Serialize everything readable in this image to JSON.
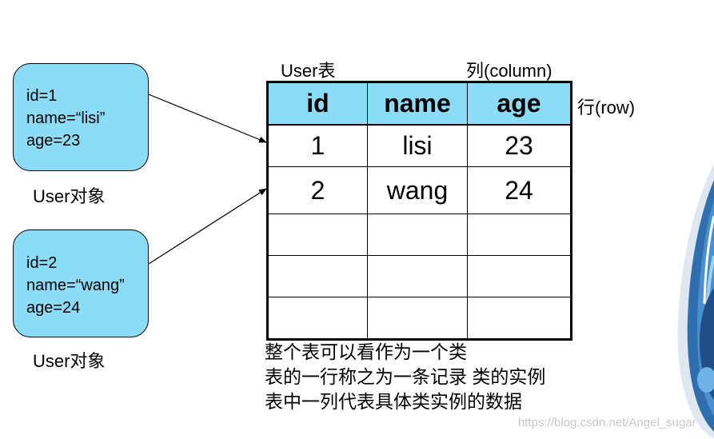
{
  "objects": [
    {
      "lines": [
        "id=1",
        "name=“lisi”",
        "age=23"
      ],
      "caption": "User对象"
    },
    {
      "lines": [
        "id=2",
        "name=“wang”",
        "age=24"
      ],
      "caption": "User对象"
    }
  ],
  "table": {
    "title": "User表",
    "column_label": "列(column)",
    "row_label": "行(row)",
    "headers": [
      "id",
      "name",
      "age"
    ],
    "rows": [
      [
        "1",
        "lisi",
        "23"
      ],
      [
        "2",
        "wang",
        "24"
      ],
      [
        "",
        "",
        ""
      ],
      [
        "",
        "",
        ""
      ],
      [
        "",
        "",
        ""
      ]
    ]
  },
  "notes": [
    "整个表可以看作为一个类",
    "表的一行称之为一条记录  类的实例",
    "表中一列代表具体类实例的数据"
  ],
  "watermark": "https://blog.csdn.net/Angel_sugar",
  "colors": {
    "box_fill": "#8cdcf8",
    "header_fill": "#8cdcf8"
  }
}
